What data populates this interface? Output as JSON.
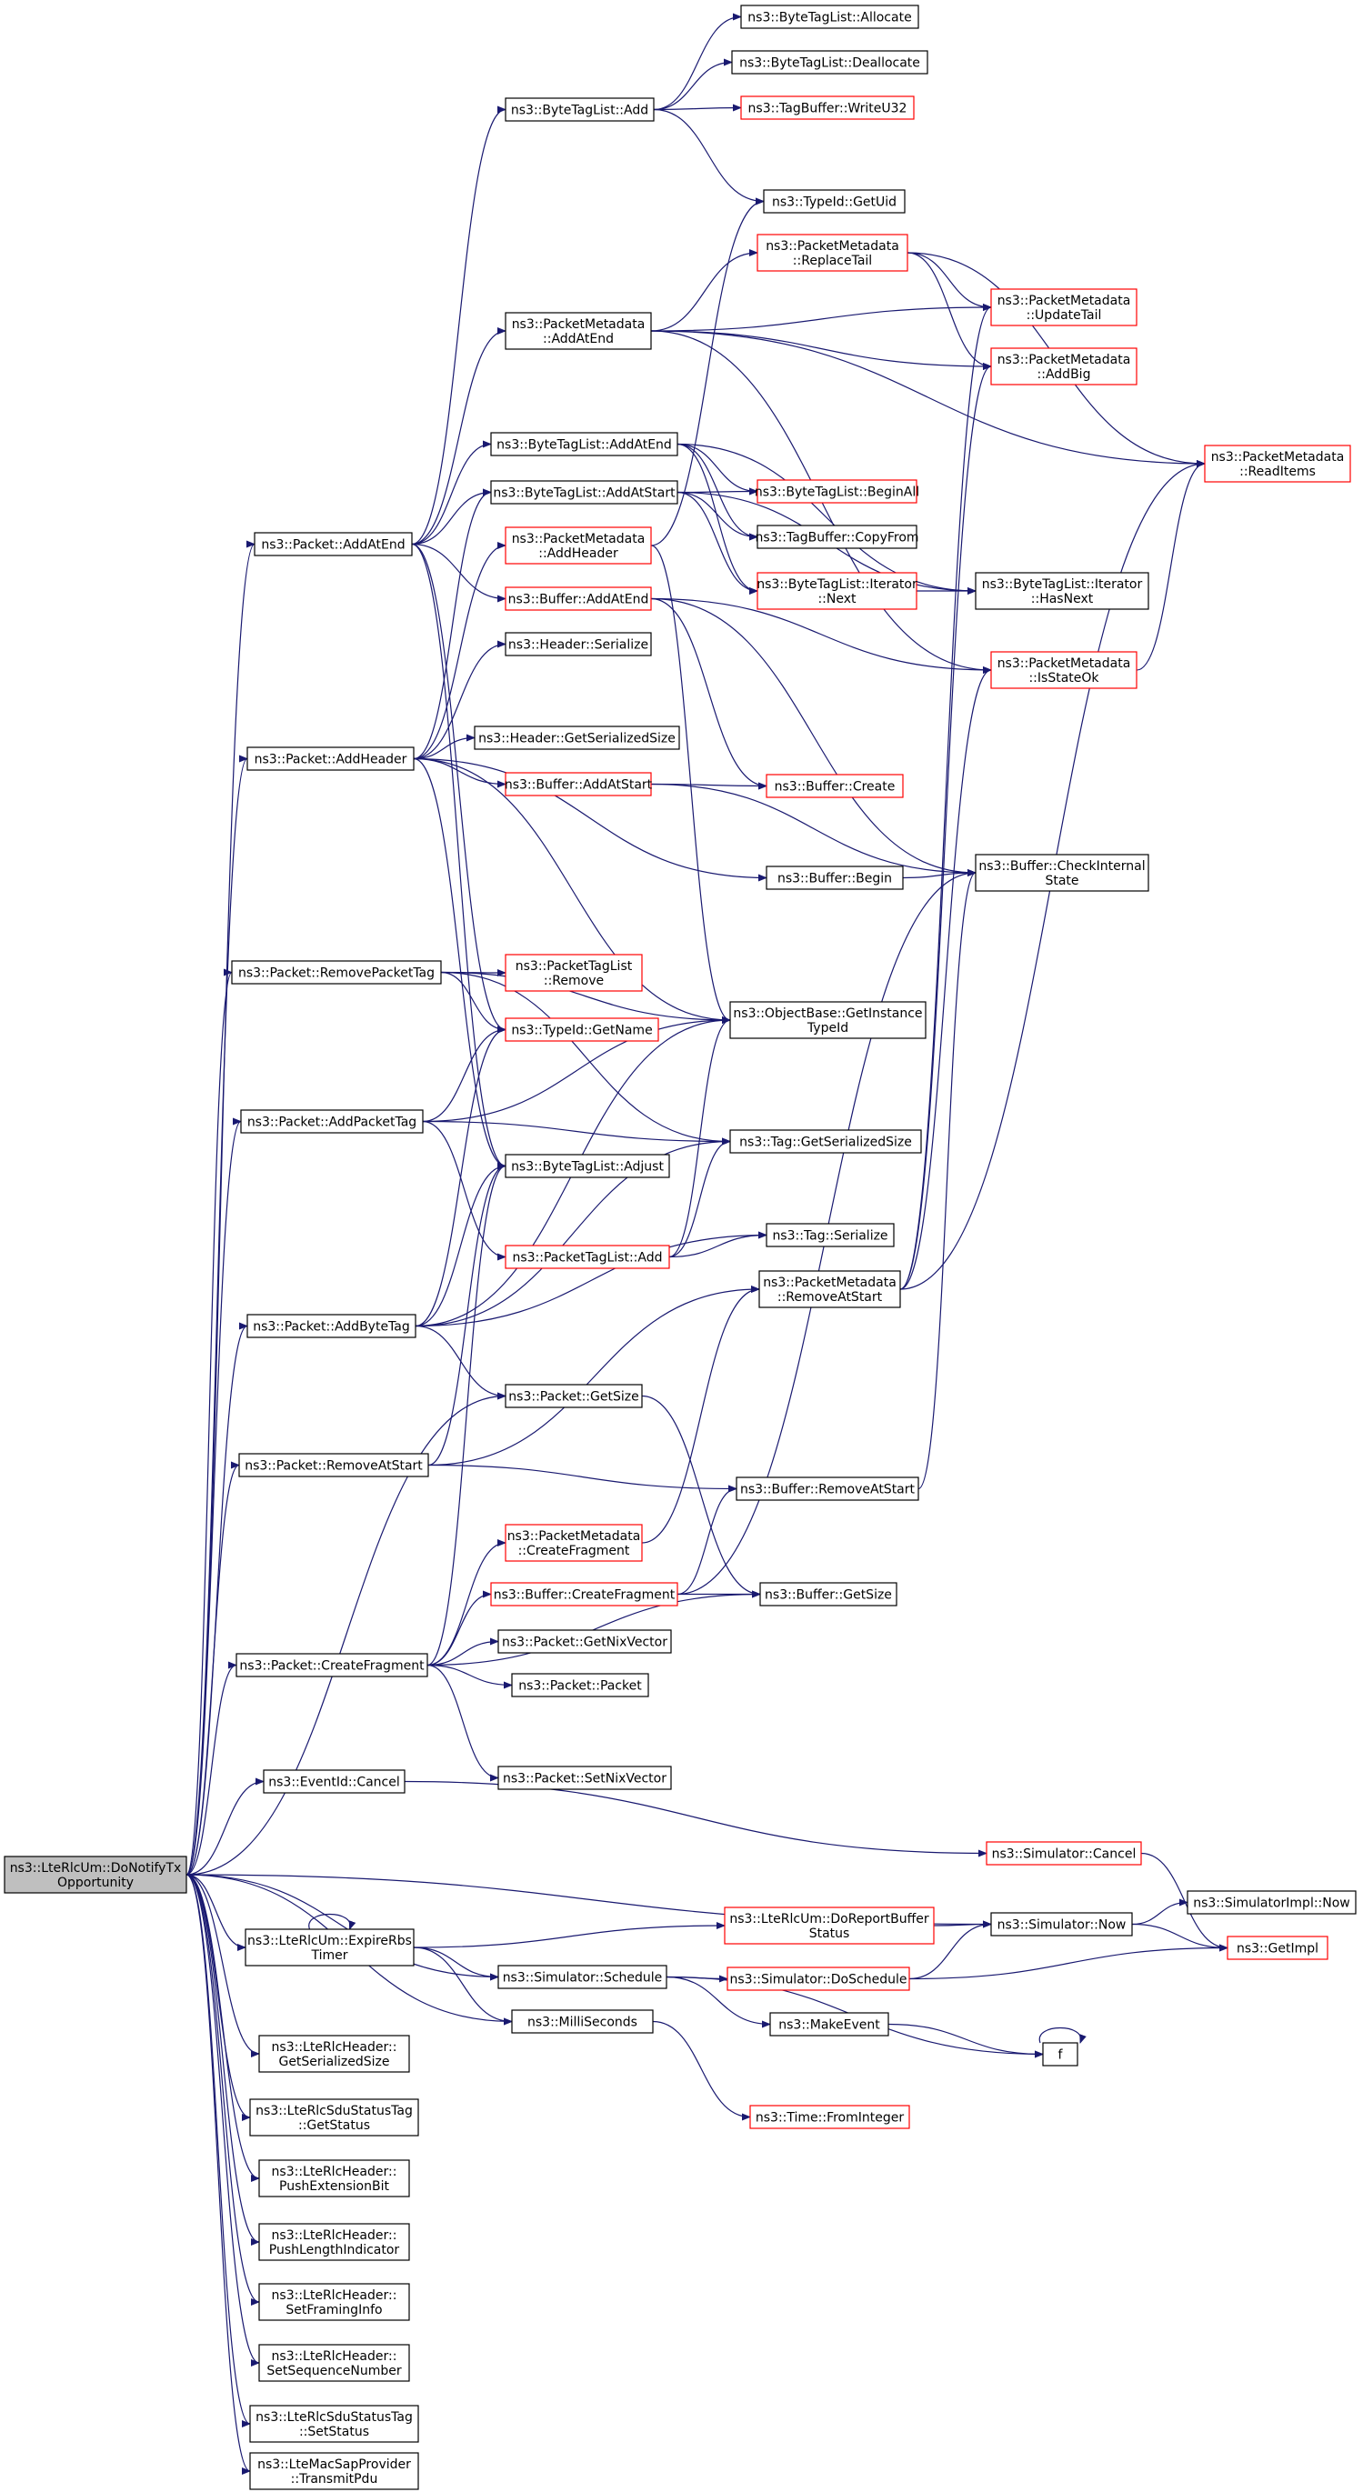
{
  "diagram": {
    "type": "call-graph",
    "edge_color": "#191970",
    "node_border_default": "#000000",
    "node_border_truncated": "#ff0000",
    "root_fill": "#bfbfbf",
    "nodes": [
      {
        "id": "root",
        "lines": [
          "ns3::LteRlcUm::DoNotifyTx",
          "Opportunity"
        ],
        "style": "root"
      },
      {
        "id": "pkt_addatend",
        "lines": [
          "ns3::Packet::AddAtEnd"
        ],
        "style": "normal"
      },
      {
        "id": "pkt_addheader",
        "lines": [
          "ns3::Packet::AddHeader"
        ],
        "style": "normal"
      },
      {
        "id": "pkt_removepackettag",
        "lines": [
          "ns3::Packet::RemovePacketTag"
        ],
        "style": "normal"
      },
      {
        "id": "pkt_addpackettag",
        "lines": [
          "ns3::Packet::AddPacketTag"
        ],
        "style": "normal"
      },
      {
        "id": "pkt_addbytetag",
        "lines": [
          "ns3::Packet::AddByteTag"
        ],
        "style": "normal"
      },
      {
        "id": "pkt_removeatstart",
        "lines": [
          "ns3::Packet::RemoveAtStart"
        ],
        "style": "normal"
      },
      {
        "id": "pkt_createfragment",
        "lines": [
          "ns3::Packet::CreateFragment"
        ],
        "style": "normal"
      },
      {
        "id": "eventid_cancel",
        "lines": [
          "ns3::EventId::Cancel"
        ],
        "style": "normal"
      },
      {
        "id": "expirerbs",
        "lines": [
          "ns3::LteRlcUm::ExpireRbs",
          "Timer"
        ],
        "style": "normal"
      },
      {
        "id": "rlchdr_getsersize",
        "lines": [
          "ns3::LteRlcHeader::",
          "GetSerializedSize"
        ],
        "style": "normal"
      },
      {
        "id": "sdutag_getstatus",
        "lines": [
          "ns3::LteRlcSduStatusTag",
          "::GetStatus"
        ],
        "style": "normal"
      },
      {
        "id": "rlchdr_pushext",
        "lines": [
          "ns3::LteRlcHeader::",
          "PushExtensionBit"
        ],
        "style": "normal"
      },
      {
        "id": "rlchdr_pushlen",
        "lines": [
          "ns3::LteRlcHeader::",
          "PushLengthIndicator"
        ],
        "style": "normal"
      },
      {
        "id": "rlchdr_setframing",
        "lines": [
          "ns3::LteRlcHeader::",
          "SetFramingInfo"
        ],
        "style": "normal"
      },
      {
        "id": "rlchdr_setseq",
        "lines": [
          "ns3::LteRlcHeader::",
          "SetSequenceNumber"
        ],
        "style": "normal"
      },
      {
        "id": "sdutag_setstatus",
        "lines": [
          "ns3::LteRlcSduStatusTag",
          "::SetStatus"
        ],
        "style": "normal"
      },
      {
        "id": "macsap_transmit",
        "lines": [
          "ns3::LteMacSapProvider",
          "::TransmitPdu"
        ],
        "style": "normal"
      },
      {
        "id": "btl_add",
        "lines": [
          "ns3::ByteTagList::Add"
        ],
        "style": "normal"
      },
      {
        "id": "pm_addatend",
        "lines": [
          "ns3::PacketMetadata",
          "::AddAtEnd"
        ],
        "style": "normal"
      },
      {
        "id": "btl_addatend",
        "lines": [
          "ns3::ByteTagList::AddAtEnd"
        ],
        "style": "normal"
      },
      {
        "id": "btl_addatstart",
        "lines": [
          "ns3::ByteTagList::AddAtStart"
        ],
        "style": "normal"
      },
      {
        "id": "pm_addheader",
        "lines": [
          "ns3::PacketMetadata",
          "::AddHeader"
        ],
        "style": "red"
      },
      {
        "id": "buf_addatend",
        "lines": [
          "ns3::Buffer::AddAtEnd"
        ],
        "style": "red"
      },
      {
        "id": "hdr_serialize",
        "lines": [
          "ns3::Header::Serialize"
        ],
        "style": "normal"
      },
      {
        "id": "hdr_getsersize",
        "lines": [
          "ns3::Header::GetSerializedSize"
        ],
        "style": "normal"
      },
      {
        "id": "buf_addatstart",
        "lines": [
          "ns3::Buffer::AddAtStart"
        ],
        "style": "red"
      },
      {
        "id": "ptl_remove",
        "lines": [
          "ns3::PacketTagList",
          "::Remove"
        ],
        "style": "red"
      },
      {
        "id": "typeid_getname",
        "lines": [
          "ns3::TypeId::GetName"
        ],
        "style": "red"
      },
      {
        "id": "btl_adjust",
        "lines": [
          "ns3::ByteTagList::Adjust"
        ],
        "style": "normal"
      },
      {
        "id": "ptl_add",
        "lines": [
          "ns3::PacketTagList::Add"
        ],
        "style": "red"
      },
      {
        "id": "pkt_getsize",
        "lines": [
          "ns3::Packet::GetSize"
        ],
        "style": "normal"
      },
      {
        "id": "pm_createfragment",
        "lines": [
          "ns3::PacketMetadata",
          "::CreateFragment"
        ],
        "style": "red"
      },
      {
        "id": "buf_createfragment",
        "lines": [
          "ns3::Buffer::CreateFragment"
        ],
        "style": "red"
      },
      {
        "id": "pkt_getnixvector",
        "lines": [
          "ns3::Packet::GetNixVector"
        ],
        "style": "normal"
      },
      {
        "id": "pkt_packet",
        "lines": [
          "ns3::Packet::Packet"
        ],
        "style": "normal"
      },
      {
        "id": "pkt_setnixvector",
        "lines": [
          "ns3::Packet::SetNixVector"
        ],
        "style": "normal"
      },
      {
        "id": "sim_schedule",
        "lines": [
          "ns3::Simulator::Schedule"
        ],
        "style": "normal"
      },
      {
        "id": "milliseconds",
        "lines": [
          "ns3::MilliSeconds"
        ],
        "style": "normal"
      },
      {
        "id": "btl_allocate",
        "lines": [
          "ns3::ByteTagList::Allocate"
        ],
        "style": "normal"
      },
      {
        "id": "btl_deallocate",
        "lines": [
          "ns3::ByteTagList::Deallocate"
        ],
        "style": "normal"
      },
      {
        "id": "tagbuf_writeu32",
        "lines": [
          "ns3::TagBuffer::WriteU32"
        ],
        "style": "red"
      },
      {
        "id": "typeid_getuid",
        "lines": [
          "ns3::TypeId::GetUid"
        ],
        "style": "normal"
      },
      {
        "id": "pm_replacetail",
        "lines": [
          "ns3::PacketMetadata",
          "::ReplaceTail"
        ],
        "style": "red"
      },
      {
        "id": "btl_beginall",
        "lines": [
          "ns3::ByteTagList::BeginAll"
        ],
        "style": "red"
      },
      {
        "id": "tagbuf_copyfrom",
        "lines": [
          "ns3::TagBuffer::CopyFrom"
        ],
        "style": "normal"
      },
      {
        "id": "btl_iter_next",
        "lines": [
          "ns3::ByteTagList::Iterator",
          "::Next"
        ],
        "style": "red"
      },
      {
        "id": "buf_create",
        "lines": [
          "ns3::Buffer::Create"
        ],
        "style": "red"
      },
      {
        "id": "buf_begin",
        "lines": [
          "ns3::Buffer::Begin"
        ],
        "style": "normal"
      },
      {
        "id": "objbase_getinstancetypeid",
        "lines": [
          "ns3::ObjectBase::GetInstance",
          "TypeId"
        ],
        "style": "normal"
      },
      {
        "id": "tag_getsersize",
        "lines": [
          "ns3::Tag::GetSerializedSize"
        ],
        "style": "normal"
      },
      {
        "id": "tag_serialize",
        "lines": [
          "ns3::Tag::Serialize"
        ],
        "style": "normal"
      },
      {
        "id": "pm_removeatstart",
        "lines": [
          "ns3::PacketMetadata",
          "::RemoveAtStart"
        ],
        "style": "normal"
      },
      {
        "id": "buf_removeatstart",
        "lines": [
          "ns3::Buffer::RemoveAtStart"
        ],
        "style": "normal"
      },
      {
        "id": "buf_getsize",
        "lines": [
          "ns3::Buffer::GetSize"
        ],
        "style": "normal"
      },
      {
        "id": "sim_cancel",
        "lines": [
          "ns3::Simulator::Cancel"
        ],
        "style": "red"
      },
      {
        "id": "doreportbuffer",
        "lines": [
          "ns3::LteRlcUm::DoReportBuffer",
          "Status"
        ],
        "style": "red"
      },
      {
        "id": "sim_doschedule",
        "lines": [
          "ns3::Simulator::DoSchedule"
        ],
        "style": "red"
      },
      {
        "id": "makeevent",
        "lines": [
          "ns3::MakeEvent"
        ],
        "style": "normal"
      },
      {
        "id": "time_frominteger",
        "lines": [
          "ns3::Time::FromInteger"
        ],
        "style": "red"
      },
      {
        "id": "pm_updatetail",
        "lines": [
          "ns3::PacketMetadata",
          "::UpdateTail"
        ],
        "style": "red"
      },
      {
        "id": "pm_addbig",
        "lines": [
          "ns3::PacketMetadata",
          "::AddBig"
        ],
        "style": "red"
      },
      {
        "id": "btl_iter_hasnext",
        "lines": [
          "ns3::ByteTagList::Iterator",
          "::HasNext"
        ],
        "style": "normal"
      },
      {
        "id": "pm_isstateok",
        "lines": [
          "ns3::PacketMetadata",
          "::IsStateOk"
        ],
        "style": "red"
      },
      {
        "id": "buf_checkinternal",
        "lines": [
          "ns3::Buffer::CheckInternal",
          "State"
        ],
        "style": "normal"
      },
      {
        "id": "sim_now",
        "lines": [
          "ns3::Simulator::Now"
        ],
        "style": "normal"
      },
      {
        "id": "f",
        "lines": [
          "f"
        ],
        "style": "normal"
      },
      {
        "id": "pm_readitems",
        "lines": [
          "ns3::PacketMetadata",
          "::ReadItems"
        ],
        "style": "red"
      },
      {
        "id": "simimpl_now",
        "lines": [
          "ns3::SimulatorImpl::Now"
        ],
        "style": "normal"
      },
      {
        "id": "getimpl",
        "lines": [
          "ns3::GetImpl"
        ],
        "style": "red"
      }
    ]
  }
}
